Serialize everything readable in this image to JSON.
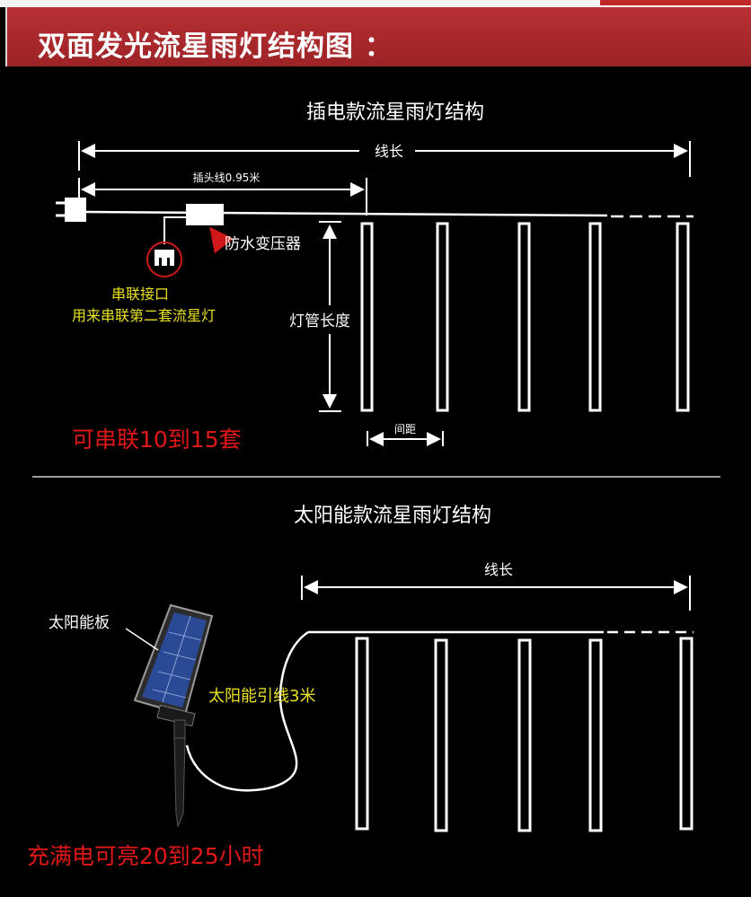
{
  "header": {
    "title": "双面发光流星雨灯结构图 ："
  },
  "plugin_section": {
    "title": "插电款流星雨灯结构",
    "total_length_label": "线长",
    "plug_cable_label": "插头线0.95米",
    "transformer_label": "防水变压器",
    "series_port_label": "串联接口",
    "series_port_desc": "用来串联第二套流星灯",
    "tube_length_label": "灯管长度",
    "spacing_label": "间距",
    "series_note": "可串联10到15套"
  },
  "solar_section": {
    "title": "太阳能款流星雨灯结构",
    "total_length_label": "线长",
    "panel_label": "太阳能板",
    "lead_cable_label": "太阳能引线3米",
    "charge_note": "充满电可亮20到25小时"
  },
  "colors": {
    "header_red": "#a8282b",
    "note_red": "#e01818",
    "yellow_label": "#e8e020",
    "white_label": "#ffffff",
    "red_circle": "#d01818"
  }
}
